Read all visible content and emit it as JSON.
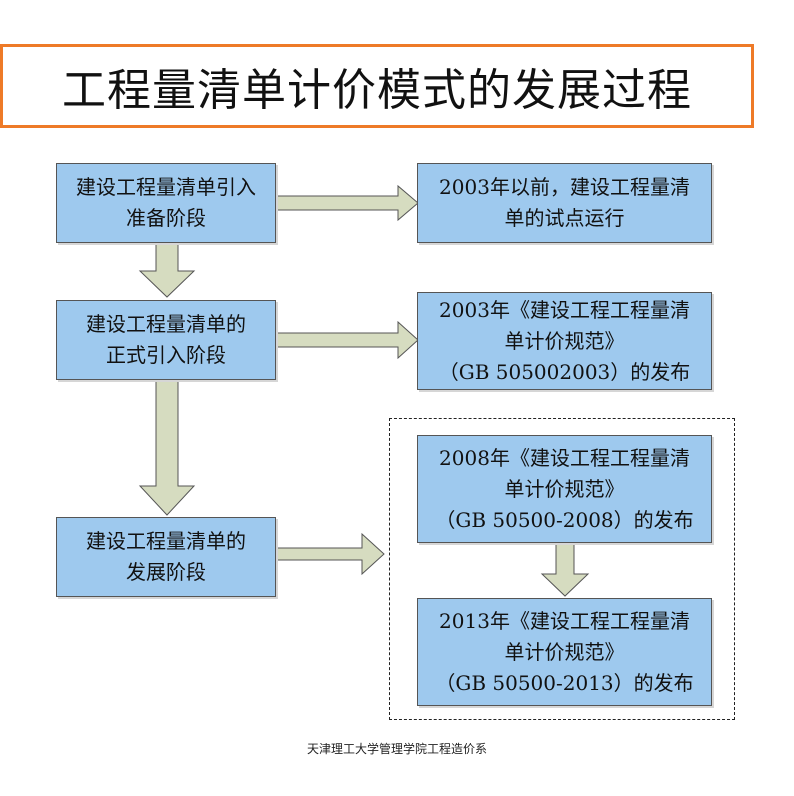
{
  "title": "工程量清单计价模式的发展过程",
  "stages": [
    {
      "lines": [
        "建设工程量清单引入",
        "准备阶段"
      ]
    },
    {
      "lines": [
        "建设工程量清单的",
        "正式引入阶段"
      ]
    },
    {
      "lines": [
        "建设工程量清单的",
        "发展阶段"
      ]
    }
  ],
  "results": [
    {
      "lines": [
        "2003年以前，建设工程量清",
        "单的试点运行"
      ]
    },
    {
      "lines": [
        "2003年《建设工程工程量清",
        "单计价规范》",
        "（GB 505002003）的发布"
      ]
    },
    {
      "lines": [
        "2008年《建设工程工程量清",
        "单计价规范》",
        "（GB 50500-2008）的发布"
      ]
    },
    {
      "lines": [
        "2013年《建设工程工程量清",
        "单计价规范》",
        "（GB 50500-2013）的发布"
      ]
    }
  ],
  "footer": "天津理工大学管理学院工程造价系",
  "colors": {
    "box_fill": "#9ec9ee",
    "arrow_fill": "#d6dcc0",
    "title_border": "#ee7a28"
  }
}
